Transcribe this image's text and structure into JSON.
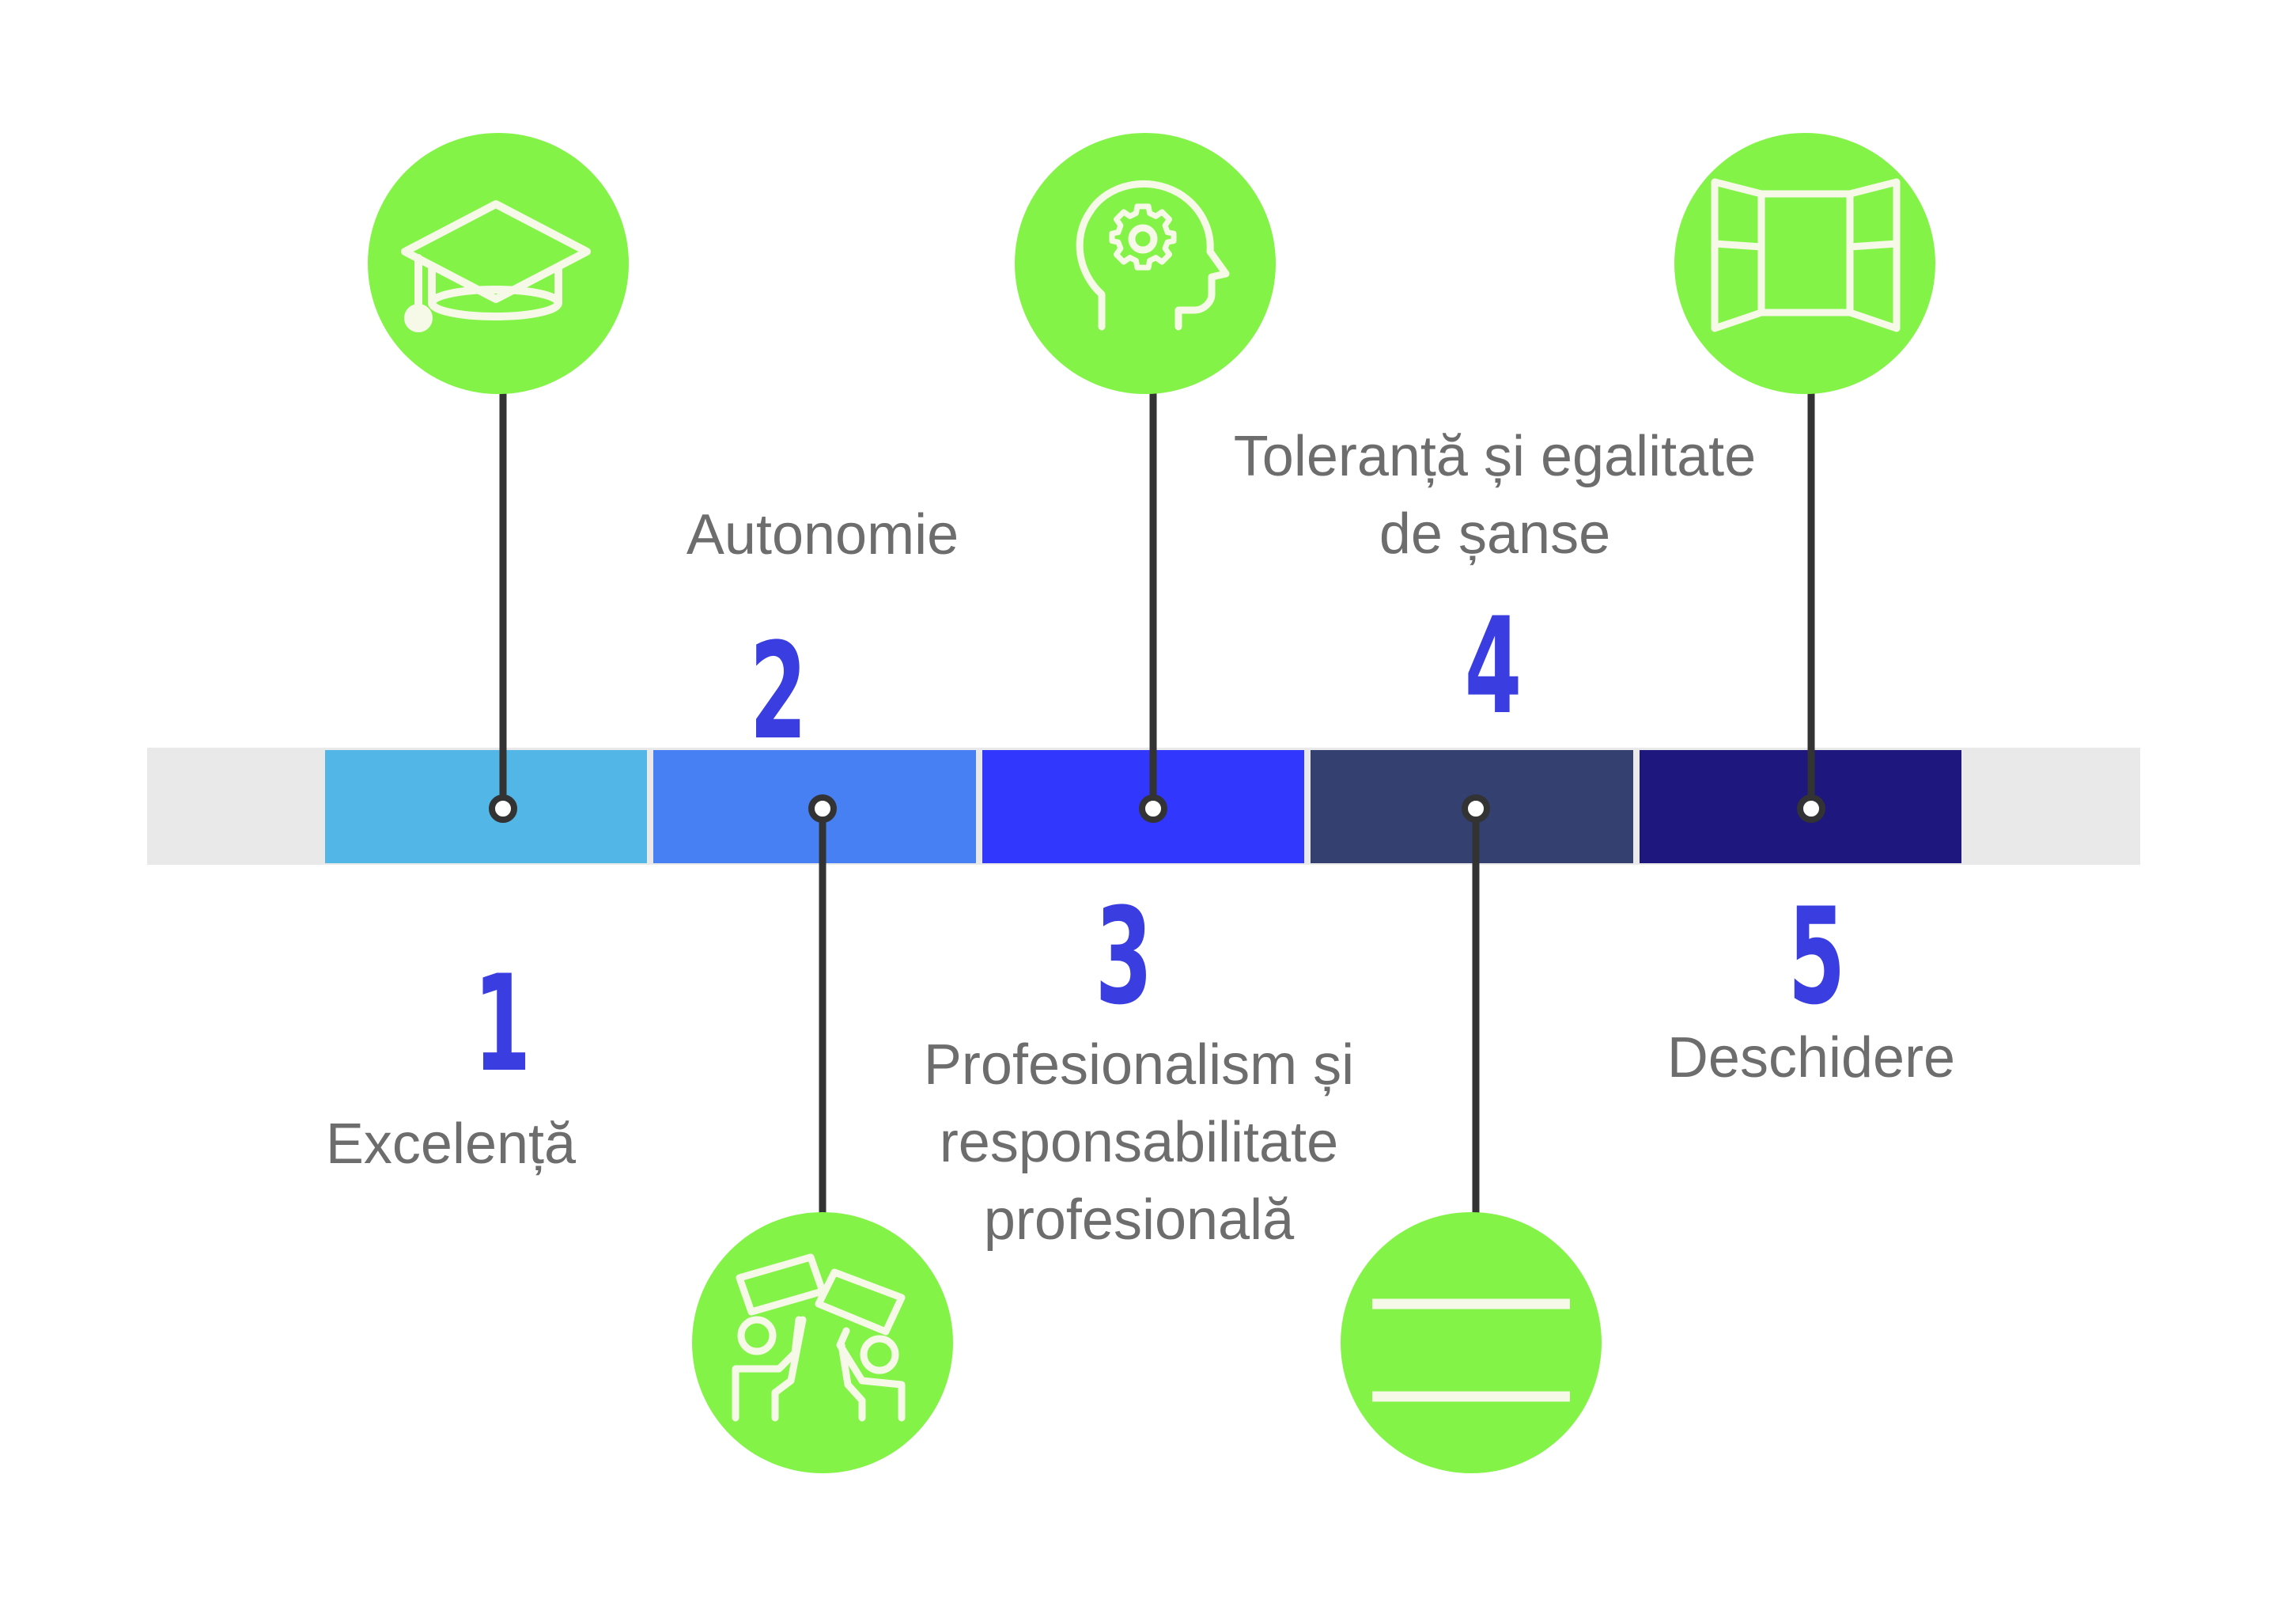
{
  "colors": {
    "track": "#e9e9e9",
    "circle": "#84f347",
    "icon_stroke": "#f6f8e8",
    "connector": "#333333",
    "text": "#6d6d6d",
    "number": "#3a3de0"
  },
  "steps": [
    {
      "number": "1",
      "label_lines": [
        "Excelență"
      ],
      "segment_color": "#52b7e6",
      "icon": "graduation-cap-icon",
      "icon_position": "top"
    },
    {
      "number": "2",
      "label_lines": [
        "Autonomie"
      ],
      "segment_color": "#4680f2",
      "icon": "protest-signs-icon",
      "icon_position": "bottom"
    },
    {
      "number": "3",
      "label_lines": [
        "Profesionalism și",
        "responsabilitate",
        "profesională"
      ],
      "segment_color": "#3237fd",
      "icon": "head-gear-icon",
      "icon_position": "top"
    },
    {
      "number": "4",
      "label_lines": [
        "Toleranță și egalitate",
        "de șanse"
      ],
      "segment_color": "#334070",
      "icon": "equals-icon",
      "icon_position": "bottom"
    },
    {
      "number": "5",
      "label_lines": [
        "Deschidere"
      ],
      "segment_color": "#1d177e",
      "icon": "open-window-icon",
      "icon_position": "top"
    }
  ]
}
